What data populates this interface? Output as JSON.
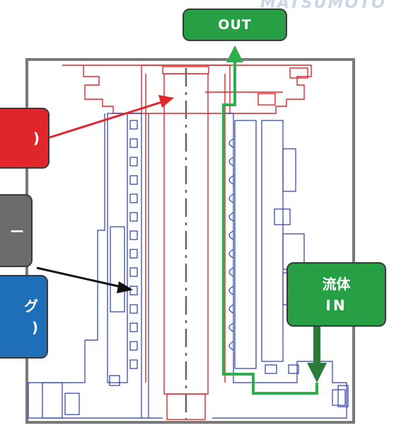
{
  "watermark": "MATSUMOTO",
  "labels": {
    "out": "OUT",
    "in_line1": "流体",
    "in_line2": "IN",
    "red_partial": ")",
    "gray_partial": "ー",
    "blue_line1": "グ",
    "blue_line2": ")"
  },
  "colors": {
    "drawing_red": "#e0262b",
    "drawing_blue": "#2a3bb0",
    "flow_green": "#2fae4f",
    "frame_gray": "#7a7a7a"
  }
}
